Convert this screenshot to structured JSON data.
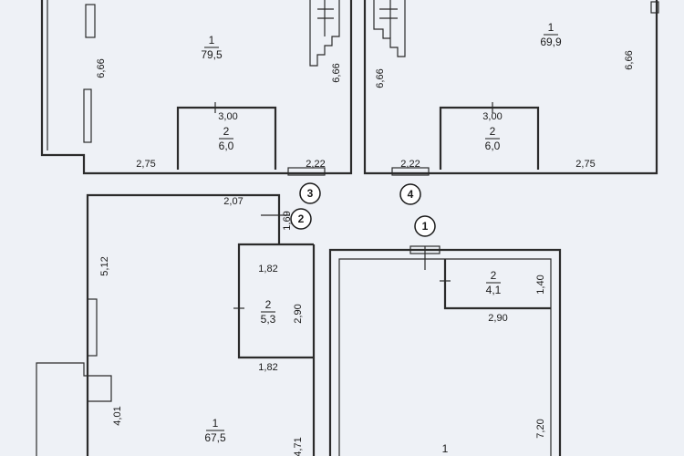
{
  "plan": {
    "top_left": {
      "room1": {
        "number": "1",
        "area": "79,5"
      },
      "room2": {
        "number": "2",
        "area": "6,0"
      },
      "dims": {
        "left_height": "6,66",
        "right_height": "6,66",
        "inner_width": "3,00",
        "bottom_left": "2,75",
        "bottom_right": "2,22"
      },
      "marker": "3"
    },
    "top_right": {
      "room1": {
        "number": "1",
        "area": "69,9"
      },
      "room2": {
        "number": "2",
        "area": "6,0"
      },
      "dims": {
        "left_height": "6,66",
        "right_height": "6,66",
        "inner_width": "3,00",
        "bottom_left": "2,22",
        "bottom_right": "2,75"
      },
      "marker": "4"
    },
    "bottom_left": {
      "room1": {
        "number": "1",
        "area": "67,5"
      },
      "room2": {
        "number": "2",
        "area": "5,3"
      },
      "dims": {
        "top_width": "2,07",
        "notch_height": "1,69",
        "left_height": "5,12",
        "closet_top": "1,82",
        "closet_height": "2,90",
        "closet_bottom": "1,82",
        "left_lower": "4,01",
        "right_lower": "4,71"
      },
      "marker": "2"
    },
    "bottom_right": {
      "room1": {
        "number": "1"
      },
      "room2": {
        "number": "2",
        "area": "4,1"
      },
      "dims": {
        "closet_height": "1,40",
        "closet_width": "2,90",
        "right_height": "7,20"
      },
      "marker": "1"
    }
  }
}
